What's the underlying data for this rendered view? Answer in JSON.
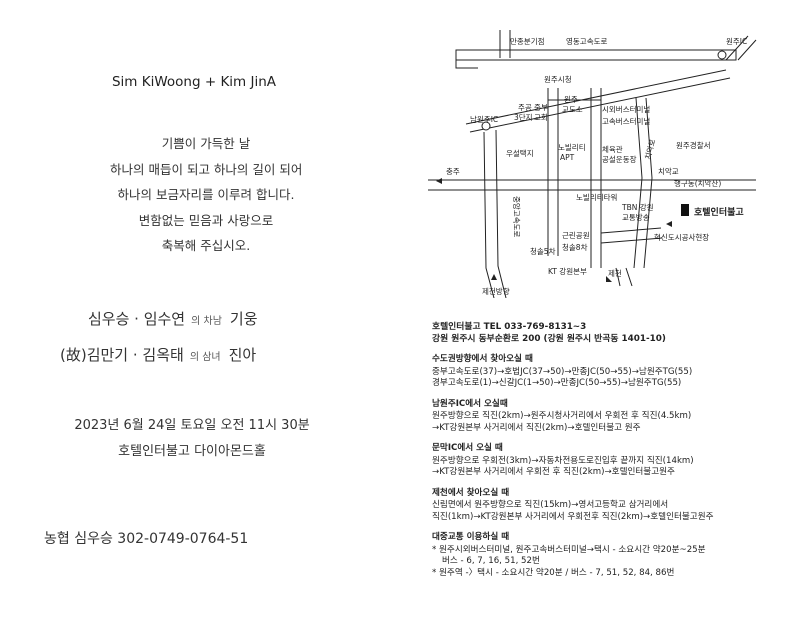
{
  "names": "Sim KiWoong + Kim JinA",
  "message": [
    "기쁨이 가득한 날",
    "하나의 매듭이 되고 하나의 길이 되어",
    "하나의 보금자리를 이루려 합니다.",
    "변함없는 믿음과 사랑으로",
    "축복해 주십시오."
  ],
  "groom_family": {
    "parents": "심우승 · 임수연",
    "relation": "의 차남",
    "name": "기웅"
  },
  "bride_family": {
    "parents": "(故)김만기 · 김옥태",
    "relation": "의 삼녀",
    "name": "진아"
  },
  "datetime": "2023년 6월 24일 토요일 오전 11시 30분",
  "venue": "호텔인터불고 다이아몬드홀",
  "bank_account": "농협 심우승 302-0749-0764-51",
  "map": {
    "labels": {
      "manjong_bungijeom": "만종분기점",
      "yeongdong_expressway": "영동고속도로",
      "wonju_ic": "원주IC",
      "wonju_city_hall": "원주시청",
      "jugong3": "주공",
      "jugong3b": "3단지",
      "jungbu": "중부",
      "jungbu_b": "교회",
      "wonju_gyodoso": "원주",
      "wonju_gyodoso_b": "교도소",
      "intercity_bus": "시외버스터미널",
      "express_bus": "고속버스터미널",
      "namwonju_ic": "남원주IC",
      "useol": "우설택지",
      "novility": "노빌리티",
      "apt": "APT",
      "gymnasium": "체육관",
      "stadium": "공설운동장",
      "wonju_police": "원주경찰서",
      "chiak_ro": "치악로",
      "chiak_gyo": "치악교",
      "chungju": "충주",
      "haenggu": "행구동(치악산)",
      "jungang_expressway": "중앙고속도로",
      "novility_tower": "노빌리티타워",
      "tbn": "TBN 강원",
      "tbn_b": "교통방송",
      "hotel": "호텔인터불고",
      "neighbor_park": "근린공원",
      "cheongsol8": "청솔8차",
      "cheongsol5": "청솔5차",
      "innovation": "혁신도시공사현장",
      "kt": "KT 강원본부",
      "jecheon": "제천",
      "jecheon_dir": "제천방향"
    }
  },
  "directions": {
    "hotel_line": "호텔인터불고  TEL 033-769-8131~3",
    "address": "강원 원주시 동부순환로 200 (강원 원주시 반곡동 1401-10)",
    "sections": [
      {
        "title": "수도권방향에서 찾아오실 때",
        "lines": [
          "중부고속도로(37)→호법JC(37→50)→만종JC(50→55)→남원주TG(55)",
          "경부고속도로(1)→신갈JC(1→50)→만종JC(50→55)→남원주TG(55)"
        ]
      },
      {
        "title": "남원주IC에서 오실때",
        "lines": [
          "원주방향으로 직진(2km)→원주시청사거리에서 우회전 후 직진(4.5km)",
          "→KT강원본부 사거리에서 직진(2km)→호텔인터불고 원주"
        ]
      },
      {
        "title": "문막IC에서 오실 때",
        "lines": [
          "원주방향으로 우회전(3km)→자동차전용도로진입후 끝까지 직진(14km)",
          "→KT강원본부 사거리에서 우회전 후 직진(2km)→호텔인터불고원주"
        ]
      },
      {
        "title": "제천에서 찾아오실 때",
        "lines": [
          "신림면에서 원주방향으로 직진(15km)→영서고등학교 삼거리에서",
          "직진(1km)→KT강원본부 사거리에서 우회전후 직진(2km)→호텔인터불고원주"
        ]
      },
      {
        "title": "대중교통 이용하실 때",
        "lines": [
          "* 원주시외버스터미널, 원주고속버스터미널→택시 - 소요시간 약20분~25분",
          "   버스 -  6, 7, 16, 51, 52번",
          "* 원주역 -〉택시 - 소요시간 약20분 / 버스 - 7, 51, 52, 84, 86번"
        ]
      }
    ]
  }
}
